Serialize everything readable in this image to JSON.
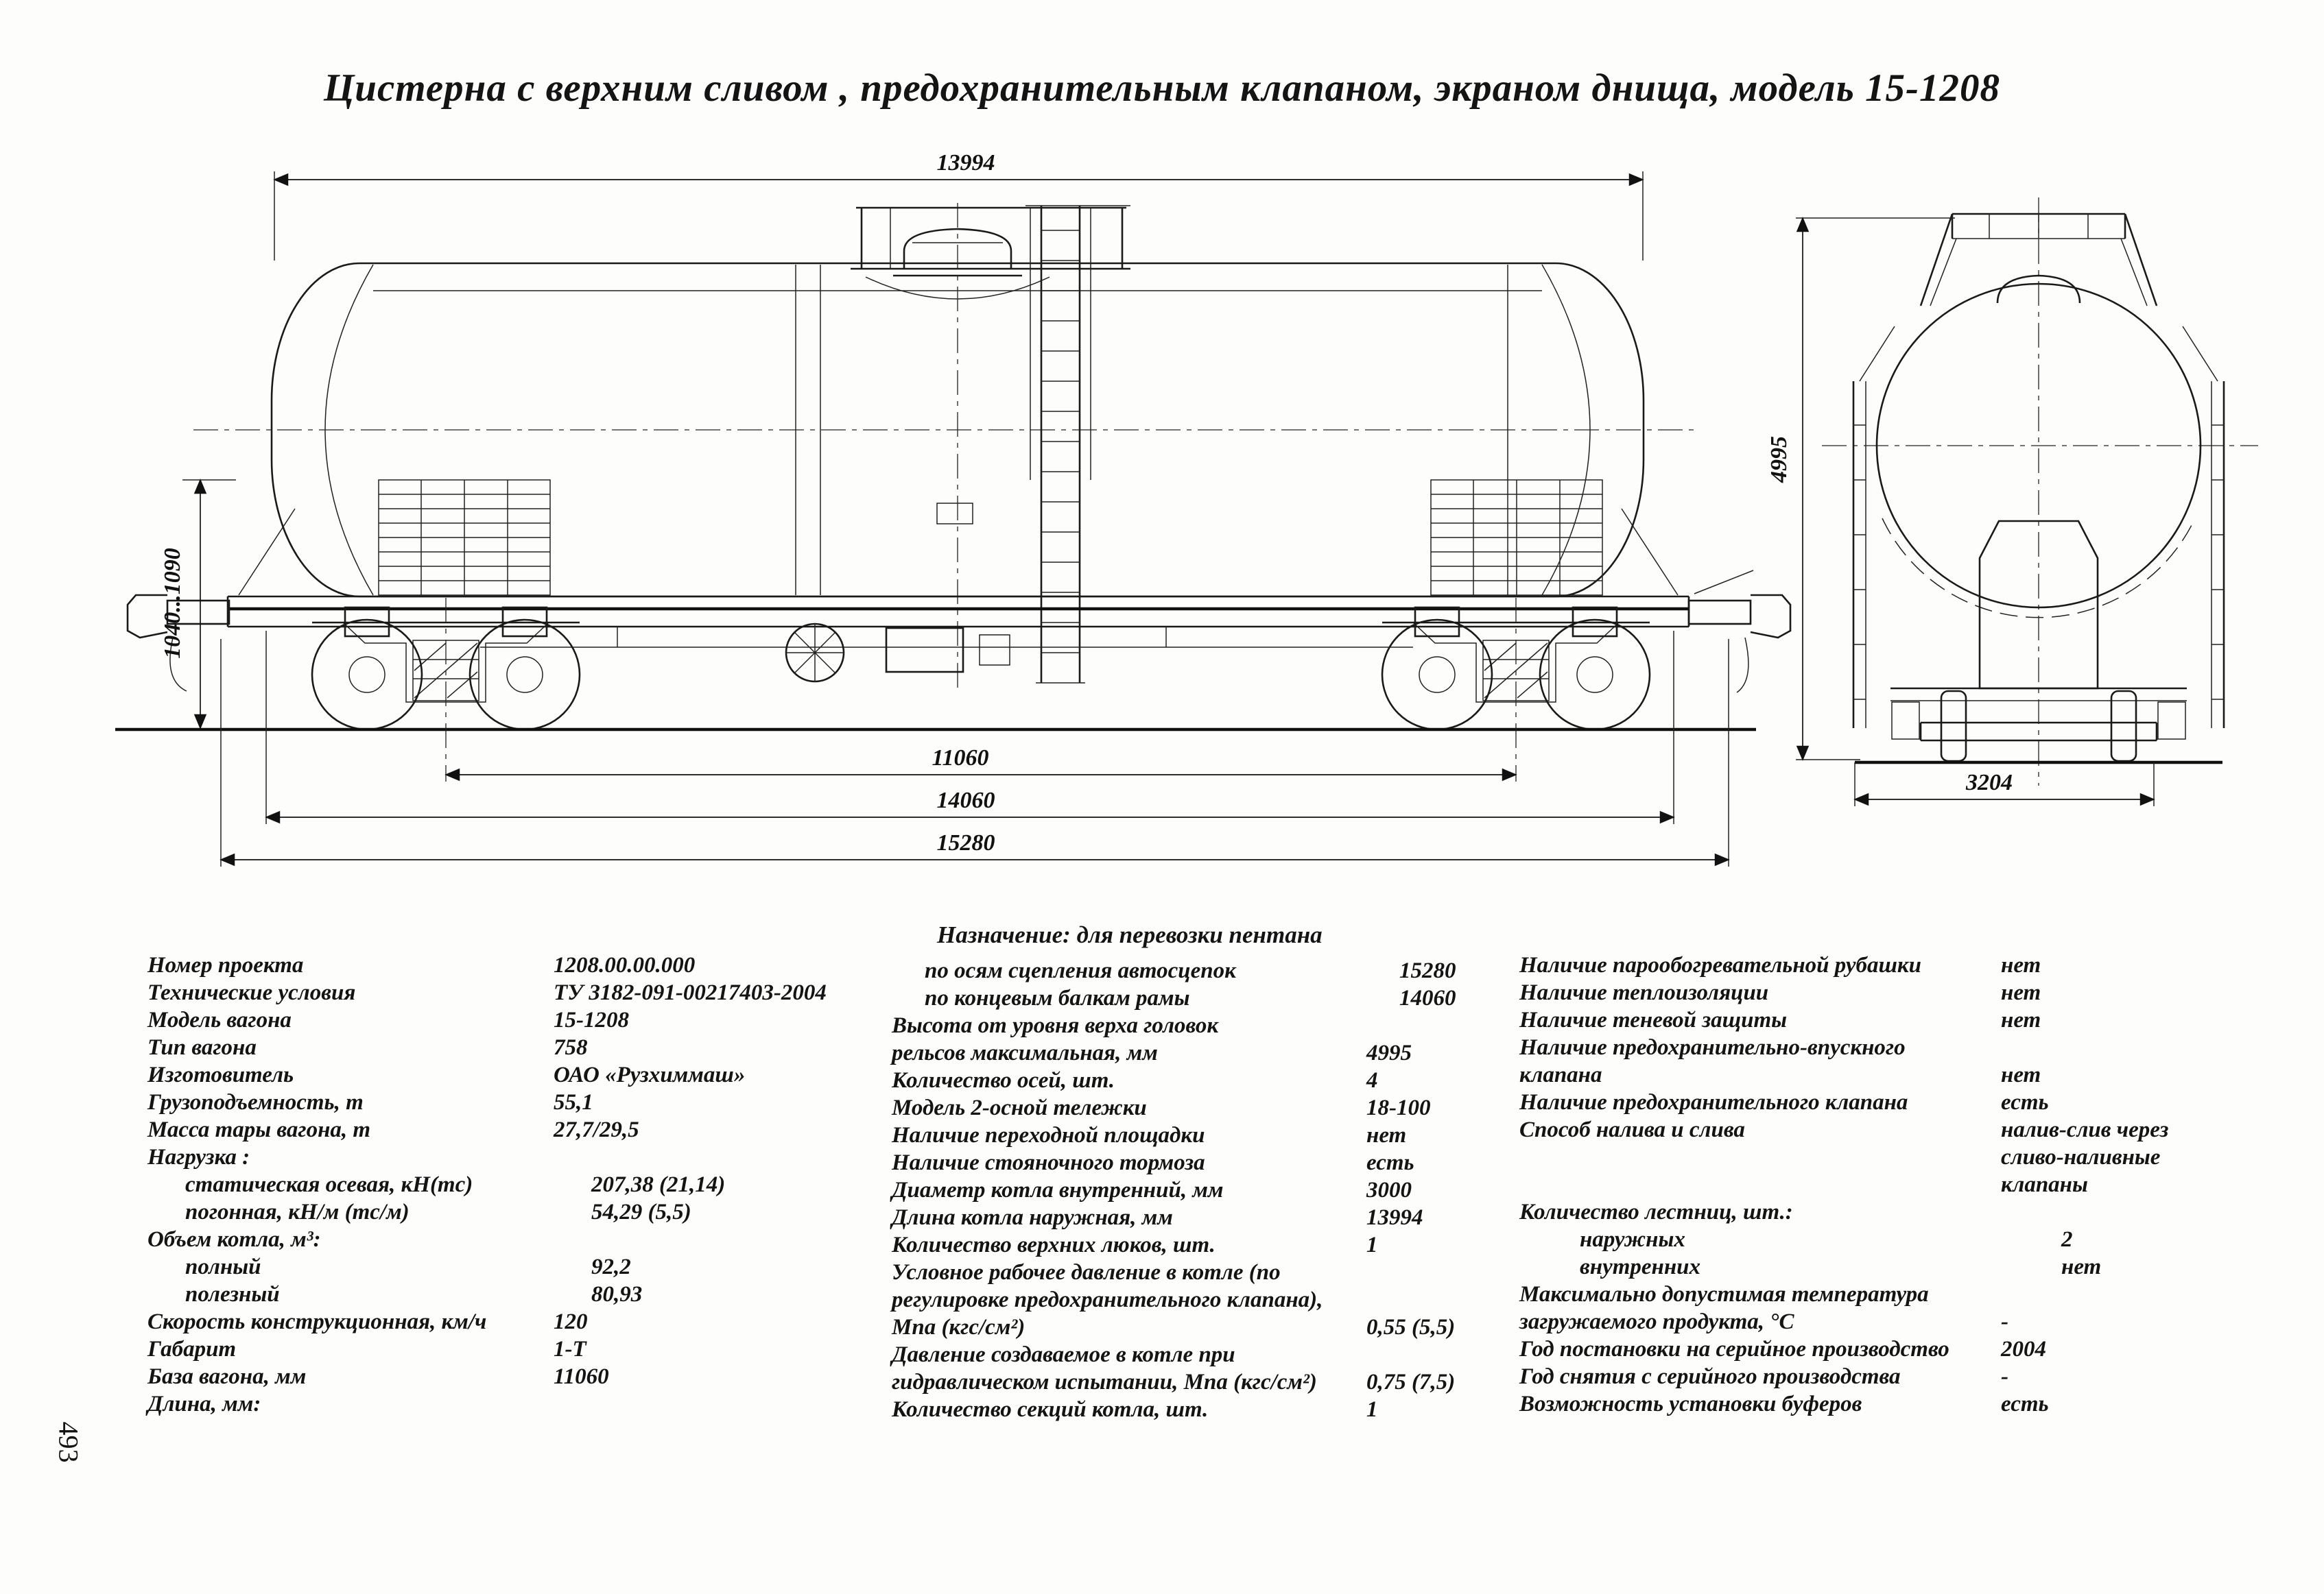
{
  "page": {
    "title": "Цистерна с верхним сливом , предохранительным клапаном, экраном днища, модель 15-1208",
    "page_number": "493"
  },
  "drawing": {
    "dims": {
      "tank_length": "13994",
      "base": "11060",
      "frame_length": "14060",
      "coupling_length": "15280",
      "coupler_height": "1040...1090",
      "max_height": "4995",
      "end_width": "3204"
    }
  },
  "specs": {
    "left": [
      {
        "label": "Номер проекта",
        "value": "1208.00.00.000"
      },
      {
        "label": "Технические условия",
        "value": "ТУ 3182-091-00217403-2004"
      },
      {
        "label": "Модель вагона",
        "value": "15-1208"
      },
      {
        "label": "Тип вагона",
        "value": "758"
      },
      {
        "label": "Изготовитель",
        "value": "ОАО «Рузхиммаш»"
      },
      {
        "label": "Грузоподъемность, т",
        "value": "55,1"
      },
      {
        "label": "Масса тары вагона, т",
        "value": "27,7/29,5"
      },
      {
        "label": "Нагрузка :",
        "value": ""
      },
      {
        "label": "статическая осевая, кН(тс)",
        "value": "207,38 (21,14)"
      },
      {
        "label": "погонная, кН/м (тс/м)",
        "value": "54,29 (5,5)"
      },
      {
        "label": "Объем котла, м³:",
        "value": ""
      },
      {
        "label": "полный",
        "value": "92,2"
      },
      {
        "label": "полезный",
        "value": "80,93"
      },
      {
        "label": "Скорость конструкционная, км/ч",
        "value": "120"
      },
      {
        "label": "Габарит",
        "value": "1-Т"
      },
      {
        "label": "База вагона, мм",
        "value": "11060"
      },
      {
        "label": "Длина, мм:",
        "value": ""
      }
    ],
    "middle_heading": "Назначение: для перевозки пентана",
    "middle": [
      {
        "label": "по осям сцепления автосцепок",
        "value": "15280"
      },
      {
        "label": "по концевым балкам рамы",
        "value": "14060"
      },
      {
        "label": "Высота от уровня верха головок\nрельсов максимальная, мм",
        "value": "4995"
      },
      {
        "label": "Количество осей, шт.",
        "value": "4"
      },
      {
        "label": "Модель 2-осной тележки",
        "value": "18-100"
      },
      {
        "label": "Наличие переходной площадки",
        "value": "нет"
      },
      {
        "label": "Наличие стояночного тормоза",
        "value": "есть"
      },
      {
        "label": "Диаметр котла внутренний, мм",
        "value": "3000"
      },
      {
        "label": "Длина котла наружная, мм",
        "value": "13994"
      },
      {
        "label": "Количество верхних люков, шт.",
        "value": "1"
      },
      {
        "label": "Условное рабочее давление в котле (по\nрегулировке предохранительного клапана),\nМпа (кгс/см²)",
        "value": "0,55 (5,5)"
      },
      {
        "label": "Давление создаваемое в котле при\nгидравлическом испытании, Мпа (кгс/см²)",
        "value": "0,75 (7,5)"
      },
      {
        "label": "Количество секций котла, шт.",
        "value": "1"
      }
    ],
    "right": [
      {
        "label": "Наличие парообогревательной рубашки",
        "value": "нет"
      },
      {
        "label": "Наличие теплоизоляции",
        "value": "нет"
      },
      {
        "label": "Наличие теневой защиты",
        "value": "нет"
      },
      {
        "label": "Наличие предохранительно-впускного\nклапана",
        "value": "нет"
      },
      {
        "label": "Наличие предохранительного клапана",
        "value": "есть"
      },
      {
        "label": "Способ налива и слива",
        "value": "налив-слив через\nсливо-наливные\nклапаны"
      },
      {
        "label": "Количество лестниц, шт.:",
        "value": ""
      },
      {
        "label": "наружных",
        "value": "2"
      },
      {
        "label": "внутренних",
        "value": "нет"
      },
      {
        "label": "Максимально допустимая температура\nзагружаемого продукта, °С",
        "value": "-"
      },
      {
        "label": "Год постановки на серийное производство",
        "value": "2004"
      },
      {
        "label": "Год снятия с серийного производства",
        "value": "-"
      },
      {
        "label": "Возможность установки буферов",
        "value": "есть"
      }
    ]
  }
}
